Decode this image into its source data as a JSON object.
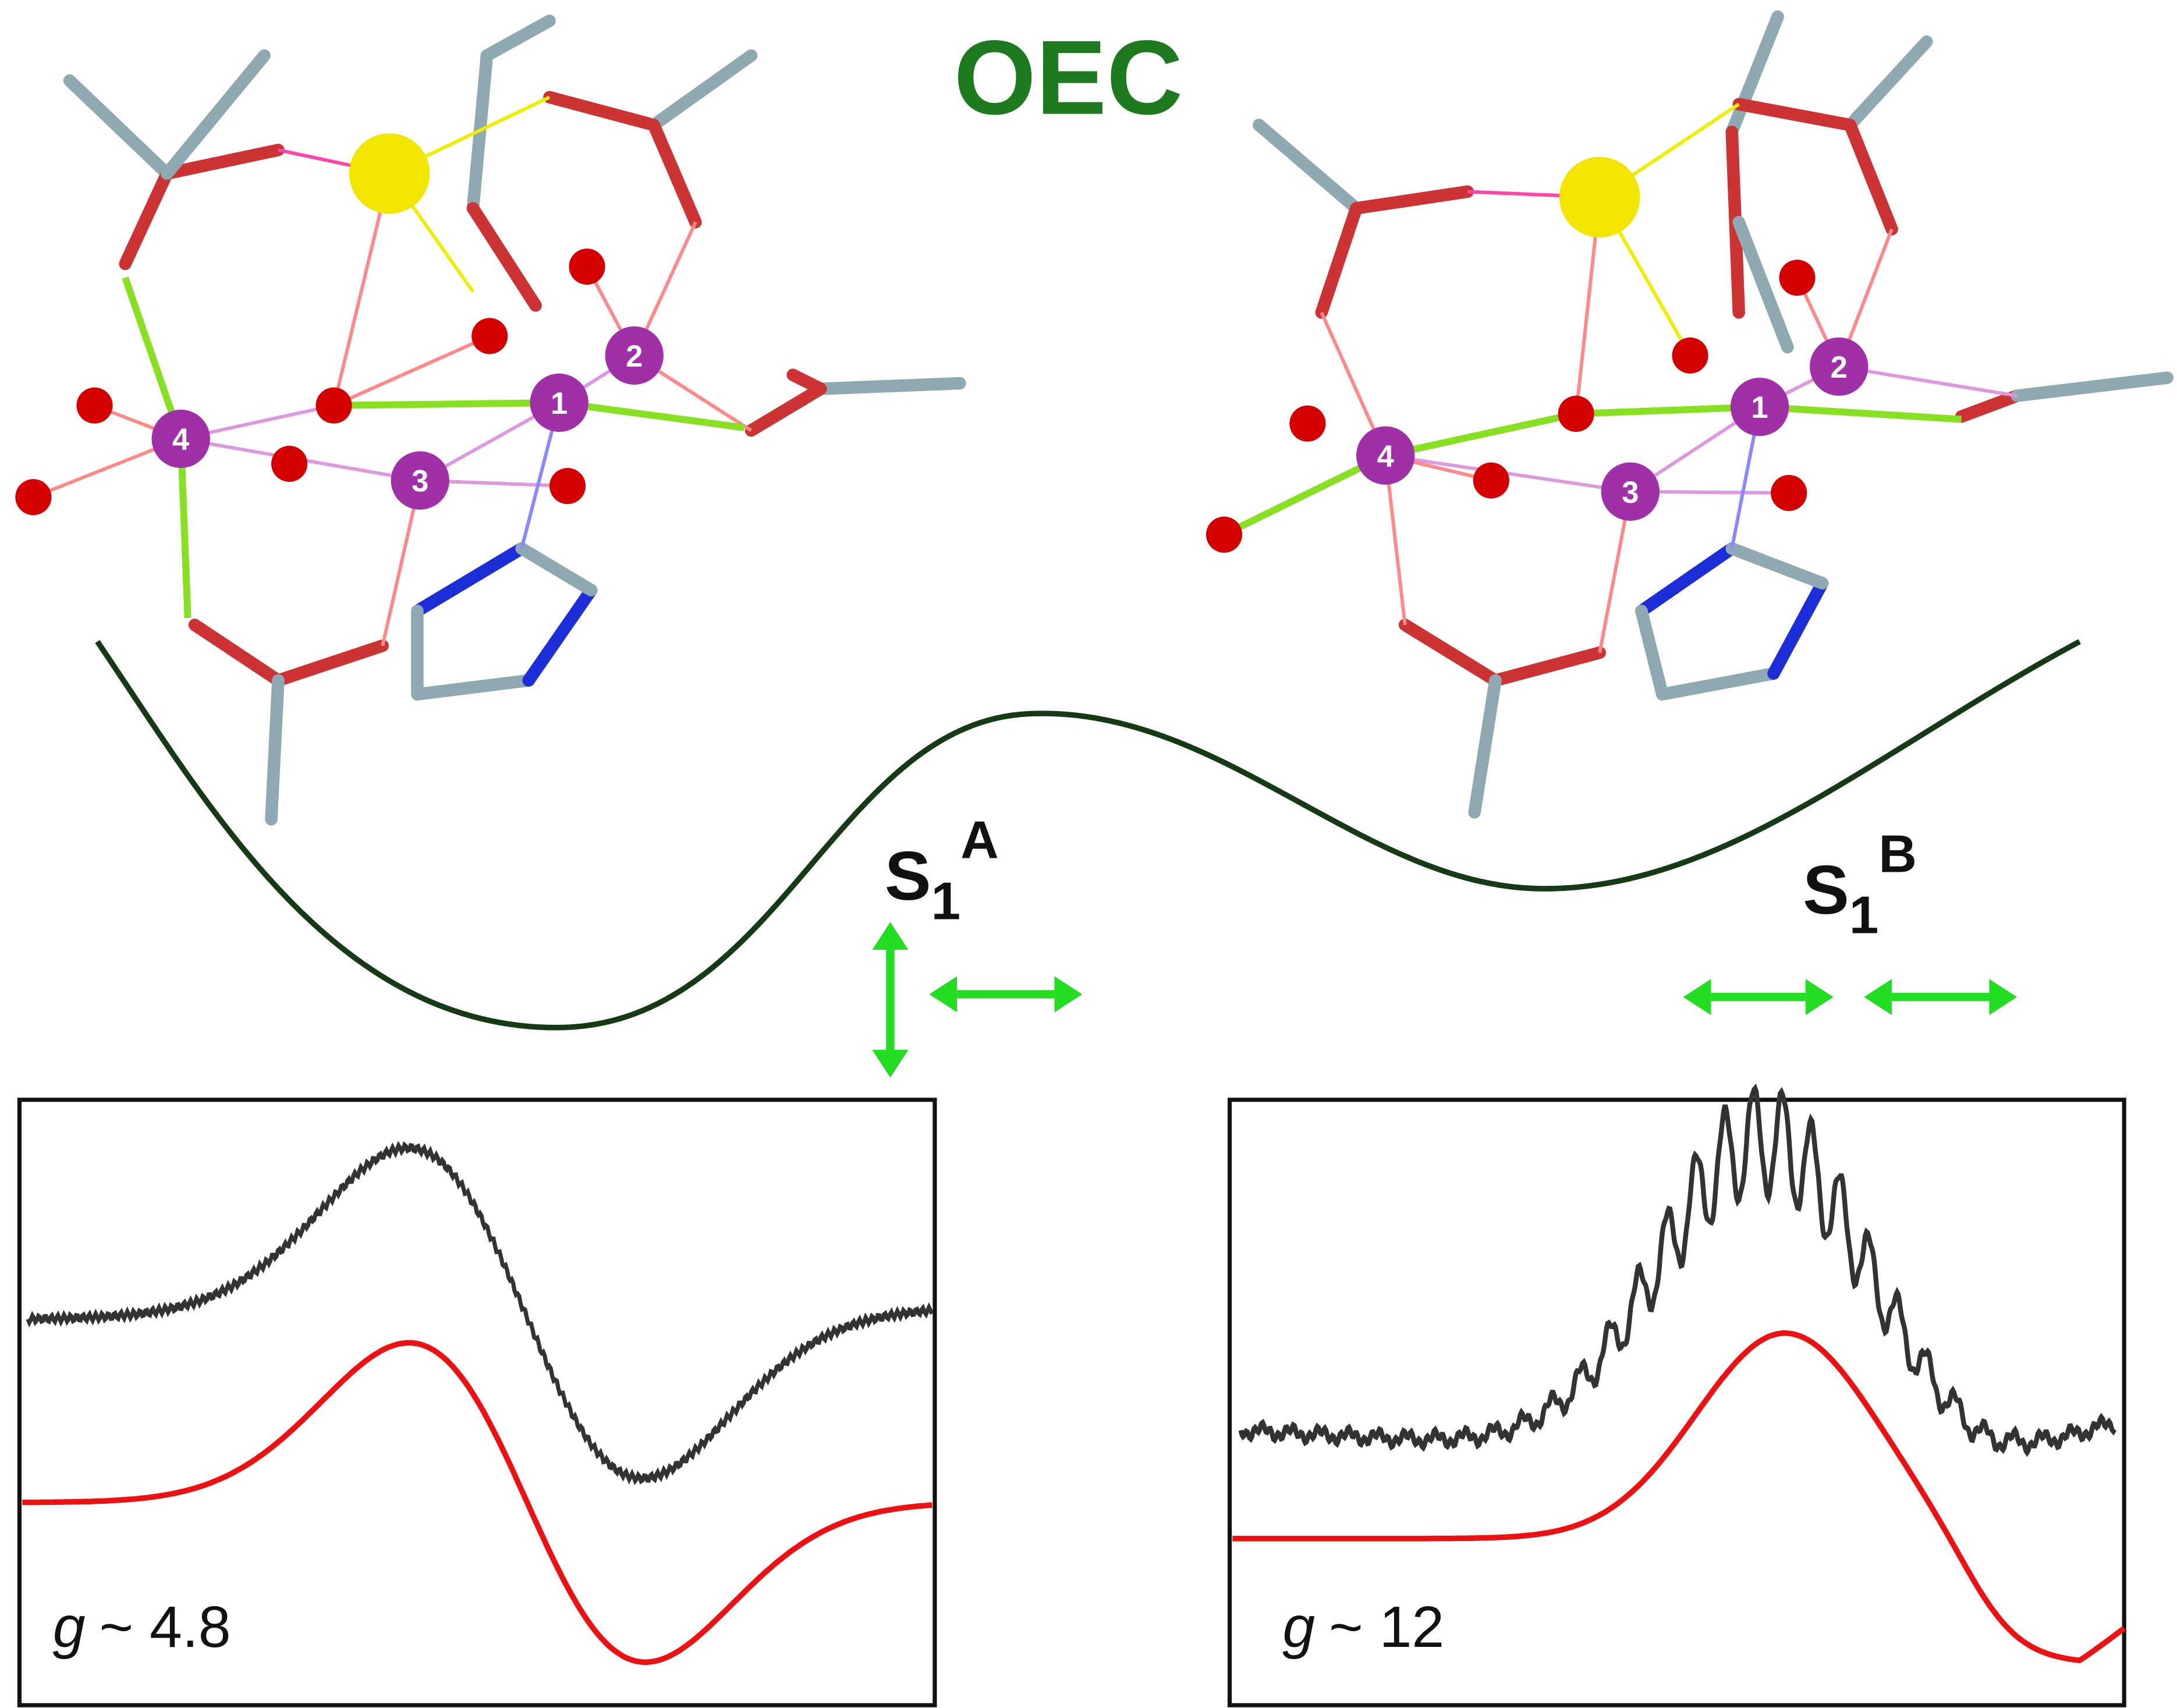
{
  "title": "OEC",
  "states": {
    "a": {
      "main": "S",
      "sub": "1",
      "sup": "A"
    },
    "b": {
      "main": "S",
      "sub": "1",
      "sup": "B"
    }
  },
  "mn_labels": [
    "1",
    "2",
    "3",
    "4"
  ],
  "spectra": {
    "left": {
      "g_symbol": "g",
      "g_value": "~ 4.8"
    },
    "right": {
      "g_symbol": "g",
      "g_value": "~ 12"
    }
  },
  "colors": {
    "title": "#1e7a1e",
    "potential": "#163a16",
    "arrow": "#22dd22",
    "mn": "#a030a8",
    "oxygen": "#d40000",
    "calcium": "#f2e600",
    "carbon": "#8fa9b3",
    "nitrogen": "#1b2ed8",
    "highlight": "#88e022",
    "experimental": "#333333",
    "simulated": "#ee1111"
  }
}
